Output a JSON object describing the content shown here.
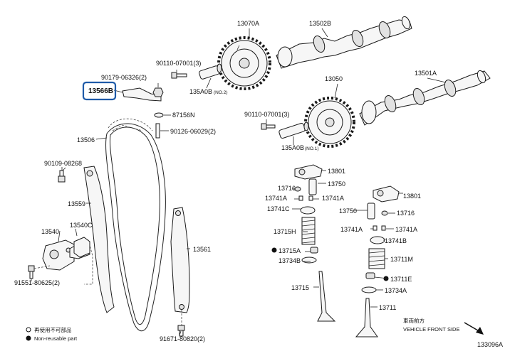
{
  "parts": {
    "p13070A": "13070A",
    "p13502B": "13502B",
    "p90110_a": "90110-07001(3)",
    "p90179": "90179-06326(2)",
    "p13566B": "13566B",
    "p135A0B_2": "135A0B",
    "note_no2": "(NO.2)",
    "p87156N": "87156N",
    "p90126": "90126-06029(2)",
    "p13506": "13506",
    "p13050": "13050",
    "p13501A": "13501A",
    "p90110_b": "90110-07001(3)",
    "p135A0B_1": "135A0B",
    "note_no1": "(NO.1)",
    "p90109": "90109-08268",
    "p13559": "13559",
    "p13540": "13540",
    "p13540C": "13540C",
    "p91551": "91551-80625(2)",
    "p13561": "13561",
    "p91671": "91671-80820(2)",
    "p13801_a": "13801",
    "p13716_a": "13716",
    "p13750_a": "13750",
    "p13741A_a": "13741A",
    "p13741A_b": "13741A",
    "p13741C": "13741C",
    "p13715H": "13715H",
    "p13715A": "13715A",
    "p13734B": "13734B",
    "p13715": "13715",
    "p13801_b": "13801",
    "p13750_b": "13750",
    "p13716_b": "13716",
    "p13741A_c": "13741A",
    "p13741A_d": "13741A",
    "p13741B": "13741B",
    "p13711M": "13711M",
    "p13711E": "13711E",
    "p13734A": "13734A",
    "p13711": "13711"
  },
  "highlighted_part": "13566B",
  "legend": {
    "reuse_jp": "再使用不可部品",
    "reuse_en": "Non-reusable part"
  },
  "direction": {
    "jp": "車両前方",
    "en": "VEHICLE FRONT SIDE"
  },
  "figure_id": "133096A"
}
